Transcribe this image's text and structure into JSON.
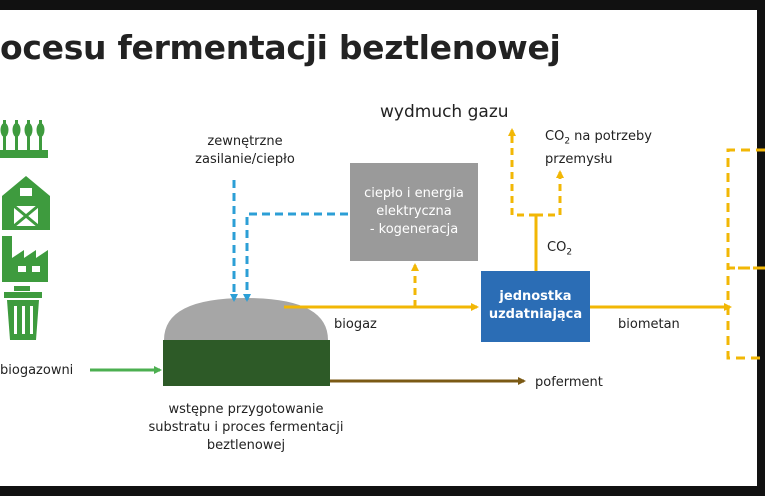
{
  "title": "ocesu fermentacji beztlenowej",
  "labels": {
    "wydmuch_gazu": "wydmuch gazu",
    "co2_potrzeby_line1_prefix": "CO",
    "co2_potrzeby_line1_sub": "2",
    "co2_potrzeby_line1_suffix": " na potrzeby",
    "co2_potrzeby_line2": "przemysłu",
    "zewnetrzne_line1": "zewnętrzne",
    "zewnetrzne_line2": "zasilanie/ciepło",
    "kogeneracja_line1": "ciepło i energia",
    "kogeneracja_line2": "elektryczna",
    "kogeneracja_line3": "- kogeneracja",
    "co2_prefix": "CO",
    "co2_sub": "2",
    "jednostka_line1": "jednostka",
    "jednostka_line2": "uzdatniająca",
    "biogaz": "biogaz",
    "biometan": "biometan",
    "biogazowni": "biogazowni",
    "poferment": "poferment",
    "wstepne_line1": "wstępne przygotowanie",
    "wstepne_line2": "substratu i proces fermentacji",
    "wstepne_line3": "beztlenowej"
  },
  "colors": {
    "yellow": "#F2B705",
    "blue": "#2C9FD6",
    "green": "#4CAF50",
    "dark_green": "#2D5A27",
    "brown": "#7B5A14",
    "gray": "#9A9A9A",
    "dome_gray": "#A6A6A6",
    "unit_blue": "#2B6DB5",
    "icon_green": "#3E9B3E"
  },
  "icons": [
    "wheat-icon",
    "barn-icon",
    "factory-icon",
    "trash-bin-icon"
  ]
}
